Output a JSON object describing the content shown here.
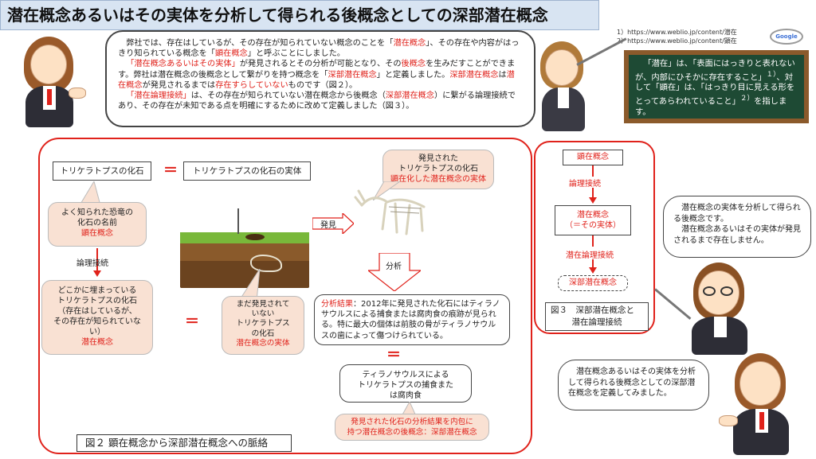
{
  "title": "潜在概念あるいはその実体を分析して得られる後概念としての深部潜在概念",
  "references": [
    "1）https://www.weblio.jp/content/潜在",
    "2）https://www.weblio.jp/content/顕在"
  ],
  "logo_text": "Google",
  "intro": {
    "p1_a": "弊社では、存在はしているが、その存在が知られていない概念のことを「",
    "p1_red1": "潜在概念",
    "p1_b": "」、その存在や内容がはっきり知られている概念を「",
    "p1_red2": "顕在概念",
    "p1_c": "」と呼ぶことにしました。",
    "p2_red1": "「潜在概念あるいはその実体」",
    "p2_a": "が発見されるとその分析が可能となり、その",
    "p2_red2": "後概念",
    "p2_b": "を生みだすことができます。弊社は潜在概念の後概念として繋がりを持つ概念を「",
    "p2_red3": "深部潜在概念",
    "p2_c": "」と定義しました。",
    "p2_red4": "深部潜在概念",
    "p2_d": "は",
    "p2_red5": "潜在概念",
    "p2_e": "が発見されるまでは",
    "p2_red6": "存在すらしていない",
    "p2_f": "ものです（図２）。",
    "p3_red1": "「潜在論理接続」",
    "p3_a": "は、その存在が知られていない潜在概念から後概念（",
    "p3_red2": "深部潜在概念",
    "p3_b": "）に繋がる論理接続であり、その存在が未知である点を明確にするために改めて定義しました（図３）。"
  },
  "board": {
    "text_a": "「潜在」は、「表面にはっきりと表れないが、内部にひそかに存在すること」",
    "sup1": "１）",
    "text_b": "、対して「顕在」は、「はっきり目に見える形をとってあらわれていること」",
    "sup2": "２）",
    "text_c": "を指します。"
  },
  "fig2": {
    "caption": "図２ 顕在概念から深部潜在概念への脈絡",
    "fossil_box": "トリケラトプスの化石",
    "fossil_entity_box": "トリケラトプスの化石の実体",
    "known_dino_1": "よく知られた恐竜の",
    "known_dino_2": "化石の名前",
    "known_dino_red": "顕在概念",
    "logic_connection": "論理接続",
    "buried_1": "どこかに埋まっている",
    "buried_2": "トリケラトプスの化石",
    "buried_3": "（存在はしているが、",
    "buried_4": "その存在が知られていな",
    "buried_5": "い）",
    "buried_red": "潜在概念",
    "undiscovered_1": "まだ発見されて",
    "undiscovered_2": "いない",
    "undiscovered_3": "トリケラトプス",
    "undiscovered_4": "の化石",
    "undiscovered_red": "潜在概念の実体",
    "discovered_1": "発見された",
    "discovered_2": "トリケラトプスの化石",
    "discovered_red": "顕在化した潜在概念の実体",
    "discovery_label": "発見",
    "analysis_label": "分析",
    "result_red": "分析結果",
    "result_text": "：2012年に発見された化石にはティラノサウルスによる捕食または腐肉食の痕跡が見られる。特に最大の個体は前肢の骨がティラノサウルスの歯によって傷つけられている。",
    "predation_1": "ティラノサウルスによる",
    "predation_2": "トリケラトプスの捕食また",
    "predation_3": "は腐肉食",
    "post_concept_1": "発見された化石の分析結果を内包に",
    "post_concept_2": "持つ潜在概念の後概念：深部潜在概念"
  },
  "fig3": {
    "explicit": "顕在概念",
    "logic_connection": "論理接続",
    "latent_1": "潜在概念",
    "latent_2": "（＝その実体）",
    "latent_logic": "潜在論理接続",
    "deep_latent": "深部潜在概念",
    "caption_1": "図３　深部潜在概念と",
    "caption_2": "潜在論理接続"
  },
  "right_bubble_1": {
    "line1": "潜在概念の実体を分析して得られる後概念です。",
    "line2": "潜在概念あるいはその実体が発見されるまで存在しません。"
  },
  "right_bubble_2": {
    "line1": "潜在概念あるいはその実体を分析して得られる後概念としての深部潜在概念を定義してみました。"
  },
  "equals_sign": "＝",
  "colors": {
    "accent_red": "#e0221b",
    "title_bg": "#d8e4f2",
    "board_green": "#1e4a34",
    "pink_box": "#f9e1d3"
  }
}
